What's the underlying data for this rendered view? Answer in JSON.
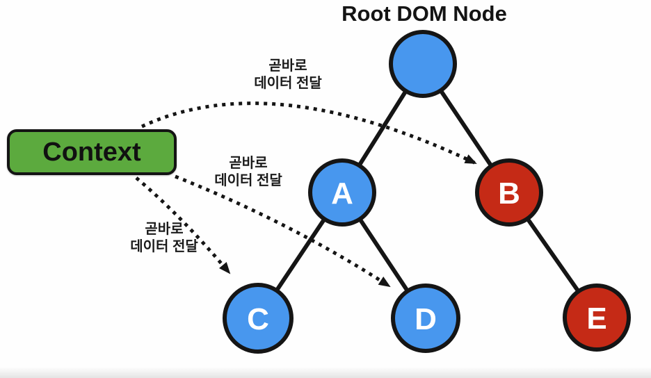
{
  "title": "Root DOM Node",
  "context": {
    "label": "Context",
    "fill": "#5caa3e"
  },
  "colors": {
    "node_blue": "#4897ee",
    "node_red": "#c52a16",
    "line_black": "#151515",
    "letter_white": "#ffffff"
  },
  "nodes": {
    "root": {
      "label": "",
      "fill": "#4897ee"
    },
    "a": {
      "label": "A",
      "fill": "#4897ee"
    },
    "b": {
      "label": "B",
      "fill": "#c52a16"
    },
    "c": {
      "label": "C",
      "fill": "#4897ee"
    },
    "d": {
      "label": "D",
      "fill": "#4897ee"
    },
    "e": {
      "label": "E",
      "fill": "#c52a16"
    }
  },
  "context_arrows": [
    {
      "target": "B",
      "label_line1": "곧바로",
      "label_line2": "데이터 전달"
    },
    {
      "target": "D",
      "label_line1": "곧바로",
      "label_line2": "데이터 전달"
    },
    {
      "target": "C",
      "label_line1": "곧바로",
      "label_line2": "데이터 전달"
    }
  ]
}
